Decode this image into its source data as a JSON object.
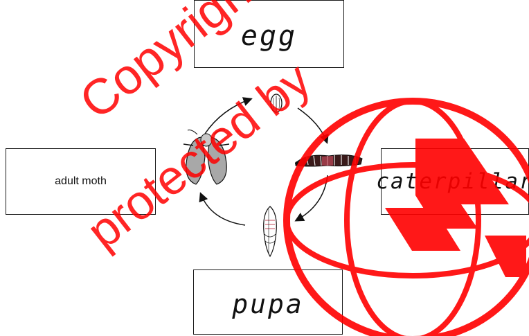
{
  "labels": {
    "egg": "egg",
    "caterpillar": "caterpillar",
    "adult_moth": "adult moth",
    "pupa": "pupa"
  },
  "watermark": {
    "line1": "Copyright",
    "line2": "protected by",
    "color": "#ff0000"
  },
  "colors": {
    "ink": "#111111",
    "moth_wing": "#a8a8a8",
    "caterpillar_body": "#3a1a1a",
    "caterpillar_band": "#c0485a"
  },
  "icons": [
    "egg-icon",
    "caterpillar-icon",
    "pupa-icon",
    "moth-icon",
    "cycle-arrow-icon"
  ]
}
